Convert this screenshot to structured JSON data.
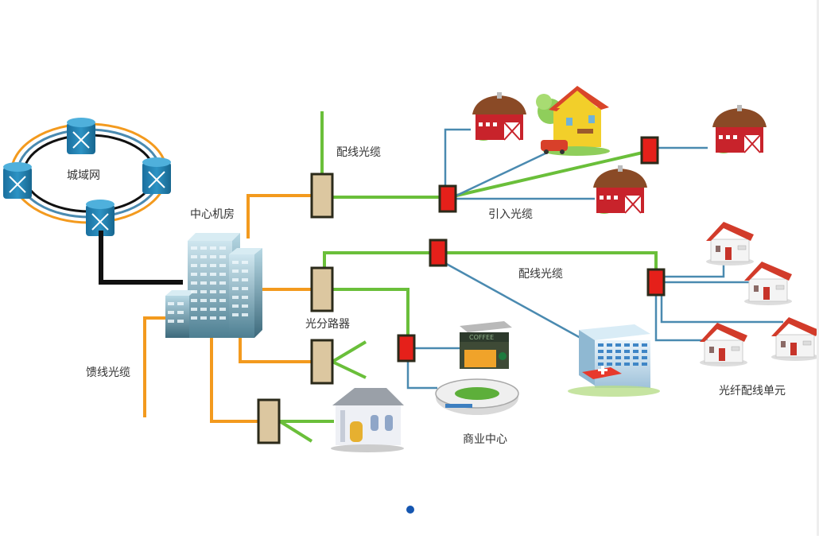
{
  "diagram": {
    "title": "FTTH network topology",
    "labels": {
      "metro_network": "城域网",
      "central_office": "中心机房",
      "distribution_cable_top": "配线光缆",
      "drop_cable": "引入光缆",
      "distribution_cable_mid": "配线光缆",
      "optical_splitter": "光分路器",
      "feeder_cable": "馈线光缆",
      "business_center": "商业中心",
      "fiber_distribution_unit": "光纤配线单元"
    },
    "colors": {
      "feeder": "#f39a1e",
      "distribution": "#6abf3a",
      "drop": "#4a8ab0",
      "uplink": "#111111",
      "splitter_fill": "#dcc7a0",
      "terminal_fill": "#e5201a",
      "node_border": "#2b2a1a",
      "router": "#1f7fb0",
      "pager_dot": "#1556b0"
    },
    "nodes": [
      {
        "id": "metro-ring",
        "type": "ring",
        "routers": 4
      },
      {
        "id": "central-office",
        "type": "building"
      },
      {
        "id": "splitter-1",
        "type": "splitter"
      },
      {
        "id": "splitter-2",
        "type": "splitter"
      },
      {
        "id": "splitter-3",
        "type": "splitter"
      },
      {
        "id": "splitter-4",
        "type": "splitter"
      },
      {
        "id": "terminal-1",
        "type": "terminal"
      },
      {
        "id": "terminal-2",
        "type": "terminal"
      },
      {
        "id": "terminal-3",
        "type": "terminal"
      },
      {
        "id": "terminal-4",
        "type": "terminal"
      },
      {
        "id": "terminal-5",
        "type": "terminal"
      }
    ],
    "endpoints": {
      "barns": 3,
      "villa": 1,
      "houses": 4,
      "hospital": 1,
      "coffee_shop": 1,
      "stadium": 1,
      "bank": 1
    }
  },
  "pager": {
    "active_index": 0,
    "count": 1
  }
}
